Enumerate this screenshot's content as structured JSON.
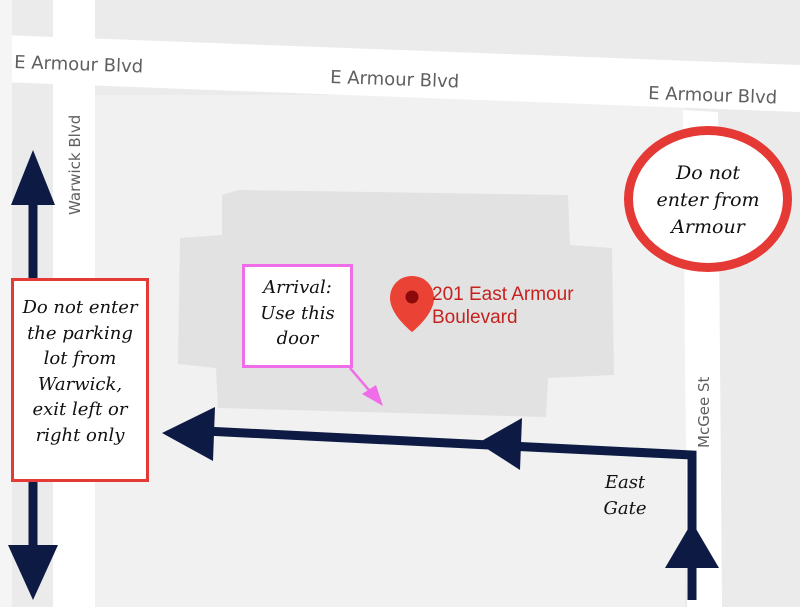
{
  "streets": {
    "armour_left": "E Armour Blvd",
    "armour_center": "E Armour Blvd",
    "armour_right": "E Armour Blvd",
    "warwick": "Warwick Blvd",
    "mcgee": "McGee St"
  },
  "place": {
    "line1": "201 East Armour",
    "line2": "Boulevard",
    "icon": "map-pin-icon"
  },
  "notes": {
    "warwick": [
      "Do not enter",
      "the parking",
      "lot from",
      "Warwick,",
      "exit left or",
      "right only"
    ],
    "arrival": [
      "Arrival:",
      "Use this",
      "door"
    ],
    "armour": [
      "Do not",
      "enter from",
      "Armour"
    ],
    "gate": [
      "East",
      "Gate"
    ]
  },
  "colors": {
    "arrow": "#0d1b44",
    "no_entry_box": "#e53935",
    "arrival_box": "#f06de8",
    "pin": "#ea4335",
    "label": "#c5221f"
  }
}
